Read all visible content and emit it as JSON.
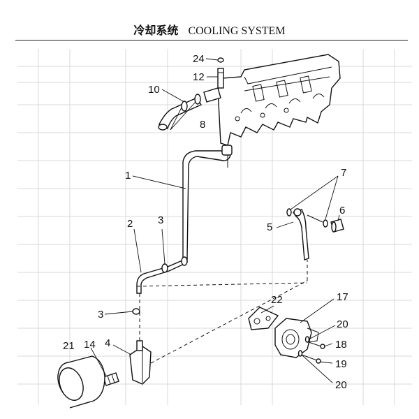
{
  "header": {
    "title_cn": "冷却系统",
    "title_en": "COOLING SYSTEM"
  },
  "callouts": {
    "c1": "1",
    "c2": "2",
    "c3a": "3",
    "c3b": "3",
    "c4": "4",
    "c5": "5",
    "c6": "6",
    "c7": "7",
    "c8": "8",
    "c10": "10",
    "c12": "12",
    "c14": "14",
    "c17": "17",
    "c18": "18",
    "c19": "19",
    "c20a": "20",
    "c20b": "20",
    "c21": "21",
    "c22": "22",
    "c24": "24"
  }
}
